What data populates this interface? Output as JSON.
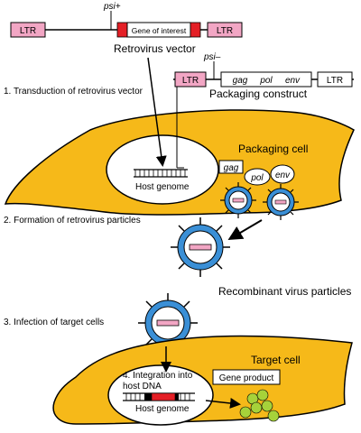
{
  "vector": {
    "psi_label": "psi+",
    "ltr_left": "LTR",
    "gene_label": "Gene of interest",
    "ltr_right": "LTR",
    "caption": "Retrovirus vector"
  },
  "packaging_construct": {
    "psi_label": "psi–",
    "ltr_left": "LTR",
    "gag": "gag",
    "pol": "pol",
    "env": "env",
    "ltr_right": "LTR",
    "caption": "Packaging construct"
  },
  "steps": {
    "step1": "1. Transduction of retrovirus vector",
    "step2": "2. Formation of retrovirus particles",
    "step3": "3. Infection of target cells",
    "step4_line1": "4. Integration into",
    "step4_line2": "host DNA"
  },
  "packaging_cell": {
    "label": "Packaging cell",
    "nucleus_label": "Host genome",
    "gag": "gag",
    "pol": "pol",
    "env": "env"
  },
  "particles_label": "Recombinant virus particles",
  "target_cell": {
    "label": "Target cell",
    "gene_product": "Gene product",
    "nucleus_label": "Host genome"
  },
  "colors": {
    "cell_fill": "#f6b919",
    "ltr_fill": "#f2a6c4",
    "gene_red": "#e41f26",
    "virus_blue": "#3a8fd6",
    "gene_product_green": "#a6d23a"
  }
}
